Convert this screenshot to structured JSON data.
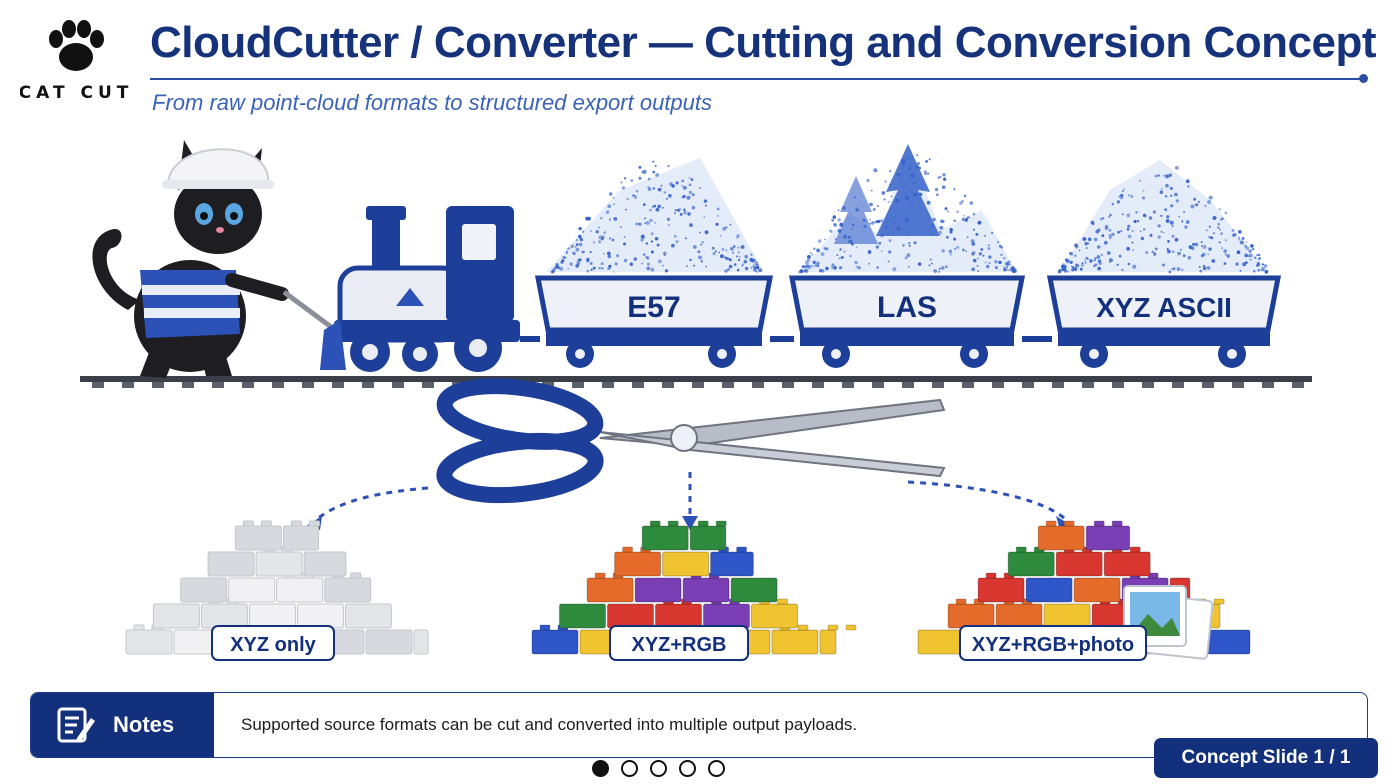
{
  "header": {
    "logo_text": "CAT CUT",
    "title": "CloudCutter / Converter — Cutting and Conversion Concept",
    "subtitle": "From raw point-cloud formats to structured export outputs"
  },
  "train": {
    "cars": [
      {
        "label": "E57"
      },
      {
        "label": "LAS"
      },
      {
        "label": "XYZ ASCII"
      }
    ]
  },
  "outputs": [
    {
      "label": "XYZ only"
    },
    {
      "label": "XYZ+RGB"
    },
    {
      "label": "XYZ+RGB+photo"
    }
  ],
  "notes": {
    "label": "Notes",
    "text": "Supported source formats can be cut and converted into multiple output payloads."
  },
  "footer": {
    "slide_badge": "Concept Slide 1 / 1",
    "pager_total": 5,
    "pager_active": 1
  },
  "colors": {
    "primary": "#13307c",
    "accent": "#2c4da3",
    "subtitle": "#3a63b8",
    "point_blue": "#3562c9"
  },
  "icons": [
    "paw-icon",
    "cat-illustration",
    "locomotive-icon",
    "scissors-icon",
    "notes-icon"
  ]
}
